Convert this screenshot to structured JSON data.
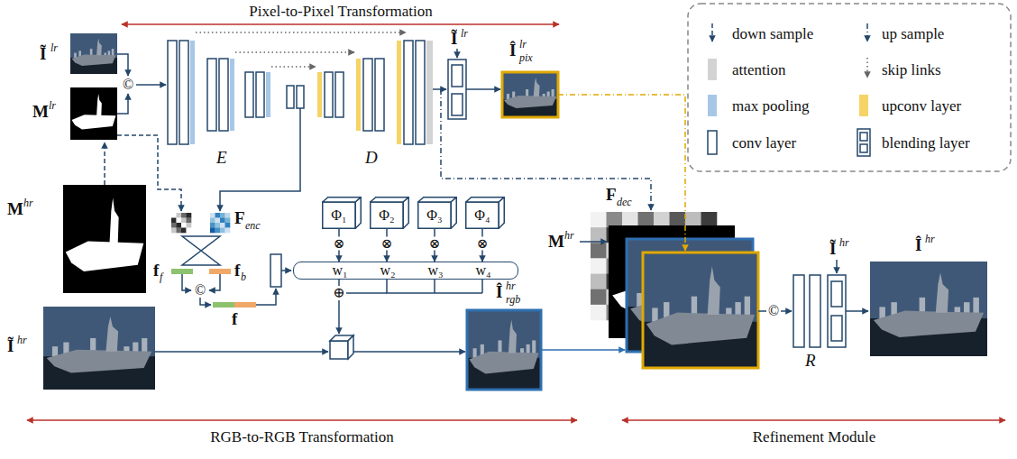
{
  "diagram": {
    "nodes": [
      {
        "text": [
          "Φ₁"
        ]
      },
      {
        "text": [
          "Φ₂"
        ]
      },
      {
        "text": [
          "Φ₃"
        ]
      },
      {
        "text": [
          "Φ₄"
        ]
      },
      {
        "text": [
          "w₁",
          "w₂",
          "w₃",
          "w₄"
        ]
      }
    ],
    "edges": [
      {
        "from": 0,
        "to": 4,
        "arrow": "to",
        "label": "⊗"
      },
      {
        "from": 1,
        "to": 4,
        "arrow": "to",
        "label": "⊗"
      },
      {
        "from": 2,
        "to": 4,
        "arrow": "to",
        "label": "⊗"
      },
      {
        "from": 3,
        "to": 4,
        "arrow": "to",
        "label": "⊗"
      }
    ],
    "labels": [
      "Pixel-to-Pixel Transformation",
      "Ĩ",
      "lr",
      "M",
      "lr",
      "©",
      "E",
      "D",
      "Ĩ",
      "lr",
      "Î",
      "lr",
      "pix",
      "M",
      "hr",
      "F",
      "enc",
      "F",
      "dec",
      "f",
      "f",
      "f",
      "b",
      "©",
      "f",
      "⊕",
      "Ĩ",
      "hr",
      "Î",
      "hr",
      "rgb",
      "M",
      "hr",
      "©",
      "R",
      "Ĩ",
      "hr",
      "Î",
      "hr",
      "RGB-to-RGB Transformation",
      "Refinement Module"
    ],
    "legend": [
      {
        "text": "down sample"
      },
      {
        "text": "up sample"
      },
      {
        "text": "attention",
        "color": "#d3d3d3"
      },
      {
        "text": "skip links"
      },
      {
        "text": "max pooling",
        "color": "#a7c7e7"
      },
      {
        "text": "upconv layer",
        "color": "#f6d365"
      },
      {
        "text": "conv layer"
      },
      {
        "text": "blending layer"
      }
    ]
  }
}
